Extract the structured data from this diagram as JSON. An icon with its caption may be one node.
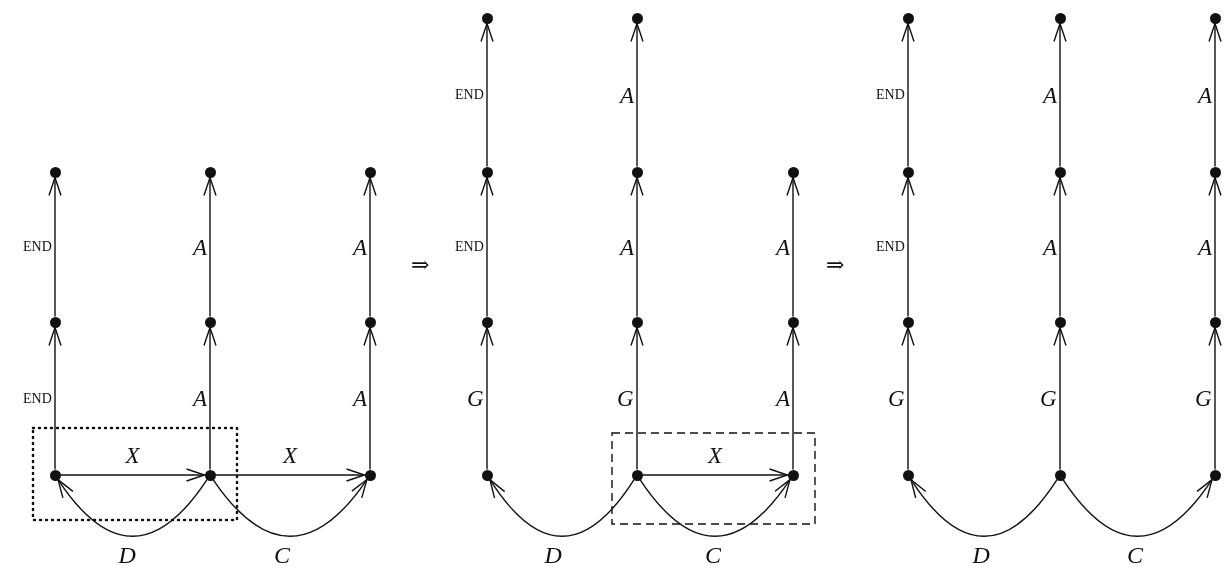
{
  "diagram": {
    "nodes": [
      {
        "text": [],
        "shape": "circle"
      },
      {
        "text": [],
        "shape": "circle"
      },
      {
        "text": [],
        "shape": "circle"
      },
      {
        "text": [],
        "shape": "circle"
      },
      {
        "text": [],
        "shape": "circle"
      },
      {
        "text": [],
        "shape": "circle"
      },
      {
        "text": [],
        "shape": "circle"
      },
      {
        "text": [],
        "shape": "circle"
      },
      {
        "text": [],
        "shape": "circle"
      },
      {
        "text": [],
        "shape": "circle"
      },
      {
        "text": [],
        "shape": "circle"
      },
      {
        "text": [],
        "shape": "circle"
      },
      {
        "text": [],
        "shape": "circle"
      },
      {
        "text": [],
        "shape": "circle"
      },
      {
        "text": [],
        "shape": "circle"
      },
      {
        "text": [],
        "shape": "circle"
      },
      {
        "text": [],
        "shape": "circle"
      },
      {
        "text": [],
        "shape": "circle"
      },
      {
        "text": [],
        "shape": "circle"
      },
      {
        "text": [],
        "shape": "circle"
      },
      {
        "text": [],
        "shape": "circle"
      },
      {
        "text": [],
        "shape": "circle"
      },
      {
        "text": [],
        "shape": "circle"
      },
      {
        "text": [],
        "shape": "circle"
      },
      {
        "text": [],
        "shape": "circle"
      },
      {
        "text": [],
        "shape": "circle"
      },
      {
        "text": [],
        "shape": "circle"
      },
      {
        "text": [],
        "shape": "circle"
      },
      {
        "text": [],
        "shape": "circle"
      },
      {
        "text": [],
        "shape": "circle"
      },
      {
        "text": [],
        "shape": "circle"
      },
      {
        "text": [],
        "shape": "circle"
      }
    ],
    "edges": [
      {
        "from": 6,
        "to": 3,
        "arrow": "to",
        "label": "END"
      },
      {
        "from": 3,
        "to": 0,
        "arrow": "to",
        "label": "END"
      },
      {
        "from": 7,
        "to": 4,
        "arrow": "to",
        "label": "A"
      },
      {
        "from": 4,
        "to": 1,
        "arrow": "to",
        "label": "A"
      },
      {
        "from": 8,
        "to": 5,
        "arrow": "to",
        "label": "A"
      },
      {
        "from": 5,
        "to": 2,
        "arrow": "to",
        "label": "A"
      },
      {
        "from": 6,
        "to": 7,
        "arrow": "to",
        "label": "X"
      },
      {
        "from": 7,
        "to": 8,
        "arrow": "to",
        "label": "X"
      },
      {
        "from": 7,
        "to": 6,
        "arrow": "to"
      },
      {
        "from": 7,
        "to": 8,
        "arrow": "to"
      },
      {
        "from": 17,
        "to": 14,
        "arrow": "to",
        "label": "G"
      },
      {
        "from": 14,
        "to": 11,
        "arrow": "to",
        "label": "END"
      },
      {
        "from": 11,
        "to": 9,
        "arrow": "to",
        "label": "END"
      },
      {
        "from": 18,
        "to": 15,
        "arrow": "to",
        "label": "G"
      },
      {
        "from": 15,
        "to": 12,
        "arrow": "to",
        "label": "A"
      },
      {
        "from": 12,
        "to": 10,
        "arrow": "to",
        "label": "A"
      },
      {
        "from": 19,
        "to": 16,
        "arrow": "to",
        "label": "A"
      },
      {
        "from": 16,
        "to": 13,
        "arrow": "to",
        "label": "A"
      },
      {
        "from": 18,
        "to": 19,
        "arrow": "to",
        "label": "X"
      },
      {
        "from": 18,
        "to": 17,
        "arrow": "to"
      },
      {
        "from": 18,
        "to": 19,
        "arrow": "to"
      },
      {
        "from": 29,
        "to": 26,
        "arrow": "to",
        "label": "G"
      },
      {
        "from": 26,
        "to": 23,
        "arrow": "to",
        "label": "END"
      },
      {
        "from": 23,
        "to": 20,
        "arrow": "to",
        "label": "END"
      },
      {
        "from": 30,
        "to": 27,
        "arrow": "to",
        "label": "G"
      },
      {
        "from": 27,
        "to": 24,
        "arrow": "to",
        "label": "A"
      },
      {
        "from": 24,
        "to": 21,
        "arrow": "to",
        "label": "A"
      },
      {
        "from": 31,
        "to": 28,
        "arrow": "to",
        "label": "G"
      },
      {
        "from": 28,
        "to": 25,
        "arrow": "to",
        "label": "A"
      },
      {
        "from": 25,
        "to": 22,
        "arrow": "to",
        "label": "A"
      },
      {
        "from": 30,
        "to": 29,
        "arrow": "to"
      },
      {
        "from": 30,
        "to": 31,
        "arrow": "to"
      }
    ],
    "labels": [
      "D",
      "C",
      "⇒",
      "D",
      "C",
      "⇒",
      "D",
      "C"
    ]
  }
}
